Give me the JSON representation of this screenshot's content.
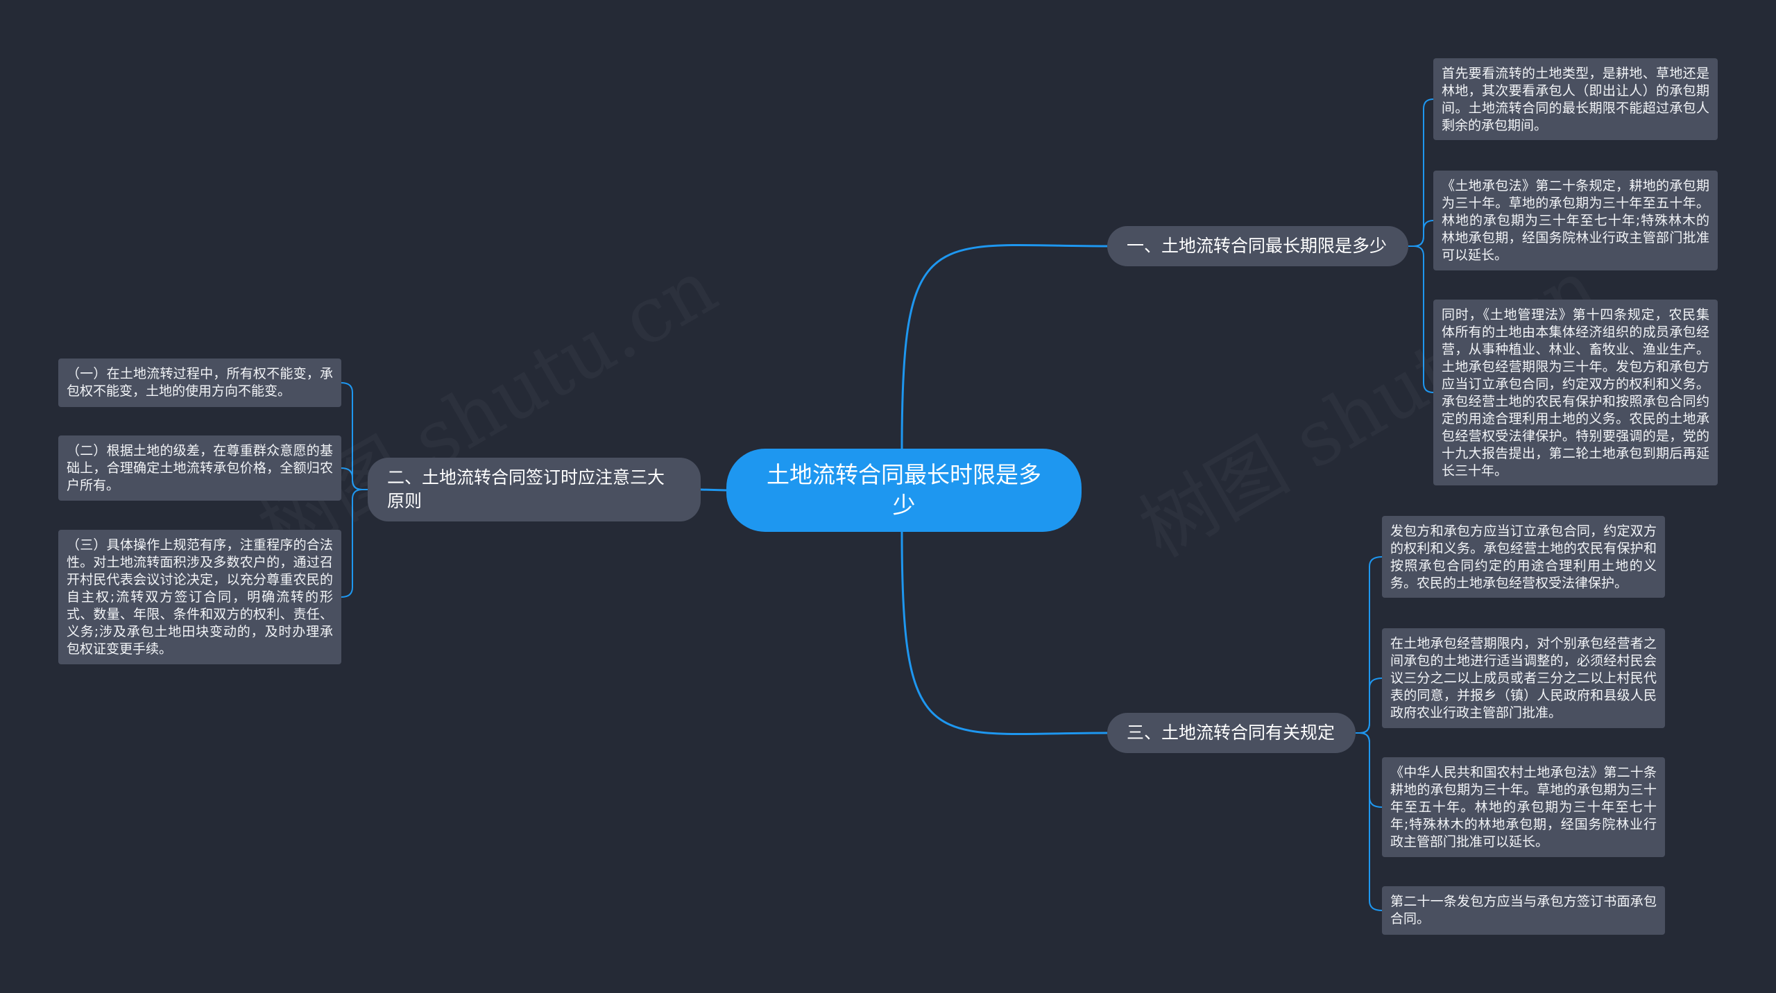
{
  "root": {
    "title": "土地流转合同最长时限是多少"
  },
  "branches": [
    {
      "label": "一、土地流转合同最长期限是多少",
      "leaves": [
        "首先要看流转的土地类型，是耕地、草地还是林地，其次要看承包人（即出让人）的承包期间。土地流转合同的最长期限不能超过承包人剩余的承包期间。",
        "《土地承包法》第二十条规定，耕地的承包期为三十年。草地的承包期为三十年至五十年。林地的承包期为三十年至七十年;特殊林木的林地承包期，经国务院林业行政主管部门批准可以延长。",
        "同时，《土地管理法》第十四条规定，农民集体所有的土地由本集体经济组织的成员承包经营，从事种植业、林业、畜牧业、渔业生产。土地承包经营期限为三十年。发包方和承包方应当订立承包合同，约定双方的权利和义务。承包经营土地的农民有保护和按照承包合同约定的用途合理利用土地的义务。农民的土地承包经营权受法律保护。特别要强调的是，党的十九大报告提出，第二轮土地承包到期后再延长三十年。"
      ]
    },
    {
      "label": "二、土地流转合同签订时应注意三大原则",
      "leaves": [
        "（一）在土地流转过程中，所有权不能变，承包权不能变，土地的使用方向不能变。",
        "（二）根据土地的级差，在尊重群众意愿的基础上，合理确定土地流转承包价格，全额归农户所有。",
        "（三）具体操作上规范有序，注重程序的合法性。对土地流转面积涉及多数农户的，通过召开村民代表会议讨论决定，以充分尊重农民的自主权;流转双方签订合同，明确流转的形式、数量、年限、条件和双方的权利、责任、义务;涉及承包土地田块变动的，及时办理承包权证变更手续。"
      ]
    },
    {
      "label": "三、土地流转合同有关规定",
      "leaves": [
        "发包方和承包方应当订立承包合同，约定双方的权利和义务。承包经营土地的农民有保护和按照承包合同约定的用途合理利用土地的义务。农民的土地承包经营权受法律保护。",
        "在土地承包经营期限内，对个别承包经营者之间承包的土地进行适当调整的，必须经村民会议三分之二以上成员或者三分之二以上村民代表的同意，并报乡（镇）人民政府和县级人民政府农业行政主管部门批准。",
        "《中华人民共和国农村土地承包法》第二十条耕地的承包期为三十年。草地的承包期为三十年至五十年。林地的承包期为三十年至七十年;特殊林木的林地承包期，经国务院林业行政主管部门批准可以延长。",
        "第二十一条发包方应当与承包方签订书面承包合同。"
      ]
    }
  ],
  "colors": {
    "background": "#252a36",
    "root": "#1e97f0",
    "node": "#4a5060",
    "edge": "#1e97f0"
  }
}
